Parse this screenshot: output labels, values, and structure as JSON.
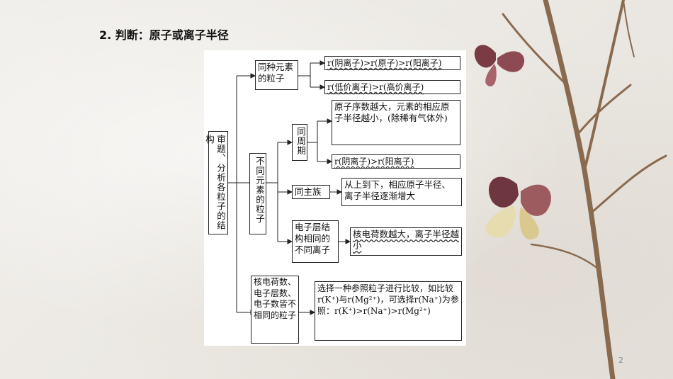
{
  "heading": "2. 判断：原子或离子半径",
  "root": "审题、分析各粒子的结构",
  "same_element": {
    "label": "同种元素的粒子",
    "rule1": "r(阴离子)>r(原子)>r(阳离子)",
    "rule2": "r(低价离子)>r(高价离子)"
  },
  "diff_element": {
    "label": "不同元素的粒子",
    "period": {
      "label": "同周期",
      "rule1": "原子序数越大，元素的相应原子半径越小，(除稀有气体外)",
      "rule2": "r(阴离子)>r(阳离子)"
    },
    "group": {
      "label": "同主族",
      "rule": "从上到下，相应原子半径、离子半径逐渐增大"
    },
    "isoelectronic": {
      "label": "电子层结构相同的不同离子",
      "rule": "核电荷数越大，离子半径越小"
    }
  },
  "all_diff": {
    "label": "核电荷数、电子层数、电子数皆不相同的粒子",
    "rule": "选择一种参照粒子进行比较，如比较r(K⁺)与r(Mg²⁺)，可选择r(Na⁺)为参照：r(K⁺)>r(Na⁺)>r(Mg²⁺)"
  },
  "page_number": "2"
}
